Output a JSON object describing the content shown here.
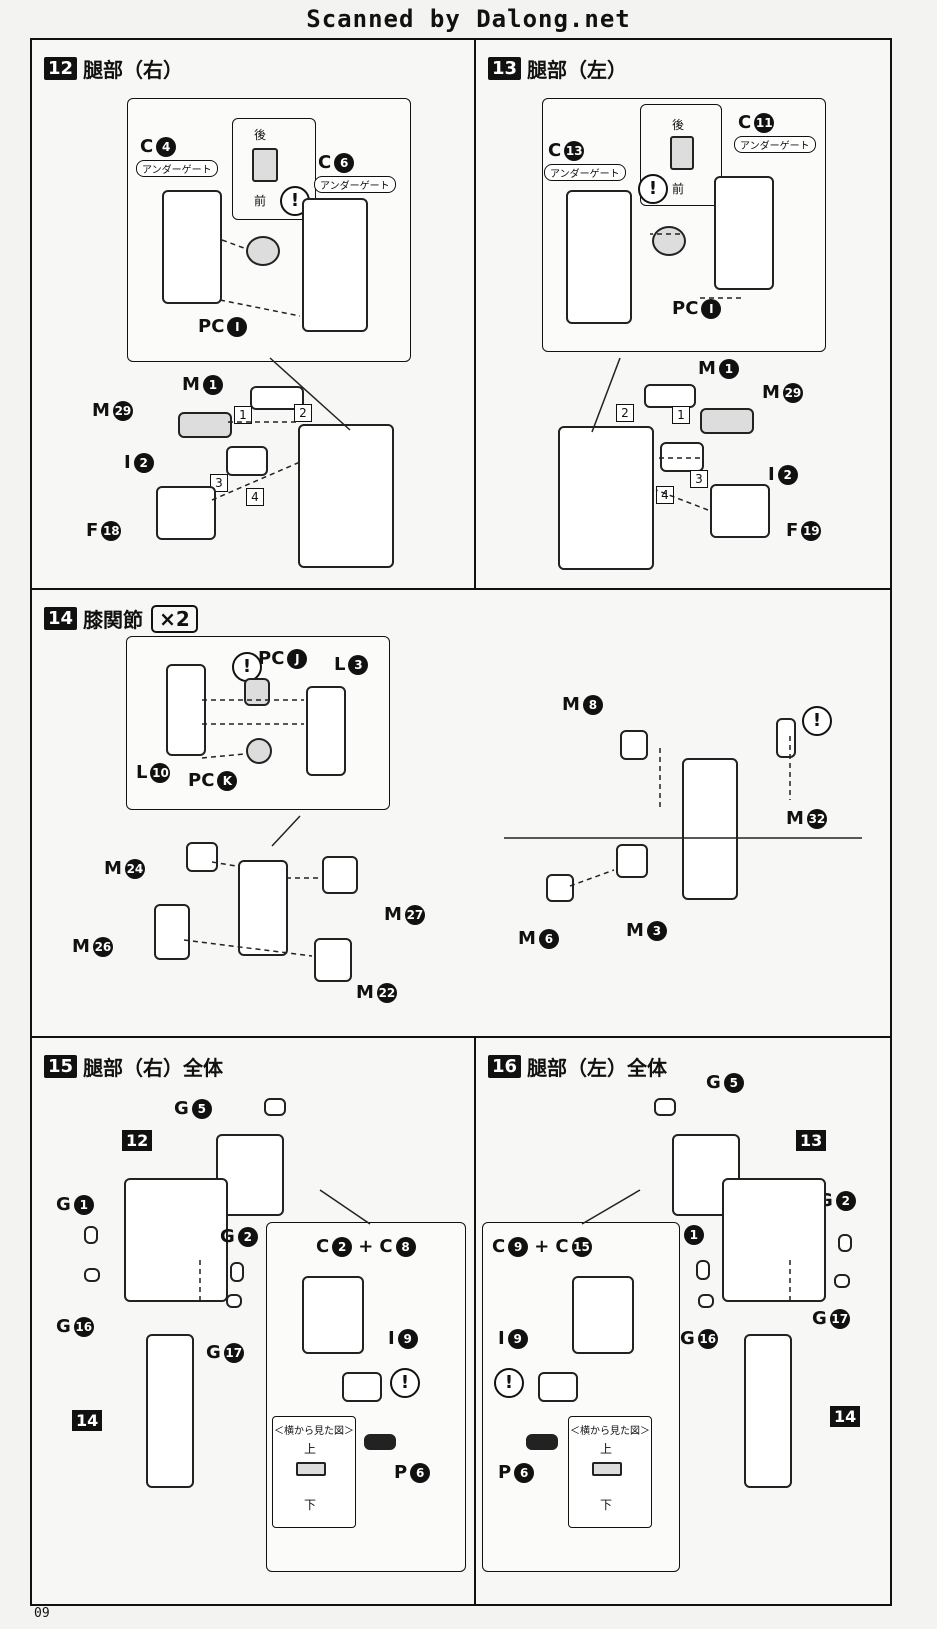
{
  "header": {
    "scan_credit": "Scanned by Dalong.net"
  },
  "page_number": "09",
  "glyphs": {
    "warning": "!",
    "plus": "+"
  },
  "steps": [
    {
      "number": "12",
      "title": "腿部（右）",
      "callout": {
        "back_label": "後",
        "front_label": "前"
      },
      "labels": [
        {
          "prefix": "C",
          "num": "4"
        },
        {
          "prefix": "C",
          "num": "6"
        },
        {
          "prefix": "PC",
          "num": "I"
        },
        {
          "prefix": "M",
          "num": "1"
        },
        {
          "prefix": "M",
          "num": "29"
        },
        {
          "prefix": "I",
          "num": "2"
        },
        {
          "prefix": "F",
          "num": "18"
        }
      ],
      "tags": [
        "アンダーゲート",
        "アンダーゲート"
      ],
      "order": [
        "1",
        "2",
        "3",
        "4"
      ]
    },
    {
      "number": "13",
      "title": "腿部（左）",
      "callout": {
        "back_label": "後",
        "front_label": "前"
      },
      "labels": [
        {
          "prefix": "C",
          "num": "13"
        },
        {
          "prefix": "C",
          "num": "11"
        },
        {
          "prefix": "PC",
          "num": "I"
        },
        {
          "prefix": "M",
          "num": "1"
        },
        {
          "prefix": "M",
          "num": "29"
        },
        {
          "prefix": "I",
          "num": "2"
        },
        {
          "prefix": "F",
          "num": "19"
        }
      ],
      "tags": [
        "アンダーゲート",
        "アンダーゲート"
      ],
      "order": [
        "1",
        "2",
        "3",
        "4"
      ]
    },
    {
      "number": "14",
      "title": "膝関節",
      "multiplier": "×2",
      "labels": [
        {
          "prefix": "PC",
          "num": "J"
        },
        {
          "prefix": "L",
          "num": "3"
        },
        {
          "prefix": "L",
          "num": "10"
        },
        {
          "prefix": "PC",
          "num": "K"
        },
        {
          "prefix": "M",
          "num": "24"
        },
        {
          "prefix": "M",
          "num": "27"
        },
        {
          "prefix": "M",
          "num": "26"
        },
        {
          "prefix": "M",
          "num": "22"
        },
        {
          "prefix": "M",
          "num": "8"
        },
        {
          "prefix": "M",
          "num": "32"
        },
        {
          "prefix": "M",
          "num": "6"
        },
        {
          "prefix": "M",
          "num": "3"
        }
      ]
    },
    {
      "number": "15",
      "title": "腿部（右）全体",
      "refs": [
        "12",
        "14"
      ],
      "labels": [
        {
          "prefix": "G",
          "num": "5"
        },
        {
          "prefix": "G",
          "num": "1"
        },
        {
          "prefix": "G",
          "num": "2"
        },
        {
          "prefix": "G",
          "num": "16"
        },
        {
          "prefix": "G",
          "num": "17"
        },
        {
          "prefix": "C",
          "num": "2"
        },
        {
          "prefix": "C",
          "num": "8"
        },
        {
          "prefix": "I",
          "num": "9"
        },
        {
          "prefix": "P",
          "num": "6"
        }
      ],
      "side_view": {
        "caption": "＜横から見た図＞",
        "top": "上",
        "bottom": "下"
      }
    },
    {
      "number": "16",
      "title": "腿部（左）全体",
      "refs": [
        "13",
        "14"
      ],
      "labels": [
        {
          "prefix": "G",
          "num": "5"
        },
        {
          "prefix": "G",
          "num": "2"
        },
        {
          "prefix": "G",
          "num": "1"
        },
        {
          "prefix": "G",
          "num": "16"
        },
        {
          "prefix": "G",
          "num": "17"
        },
        {
          "prefix": "C",
          "num": "9"
        },
        {
          "prefix": "C",
          "num": "15"
        },
        {
          "prefix": "I",
          "num": "9"
        },
        {
          "prefix": "P",
          "num": "6"
        }
      ],
      "side_view": {
        "caption": "＜横から見た図＞",
        "top": "上",
        "bottom": "下"
      }
    }
  ]
}
